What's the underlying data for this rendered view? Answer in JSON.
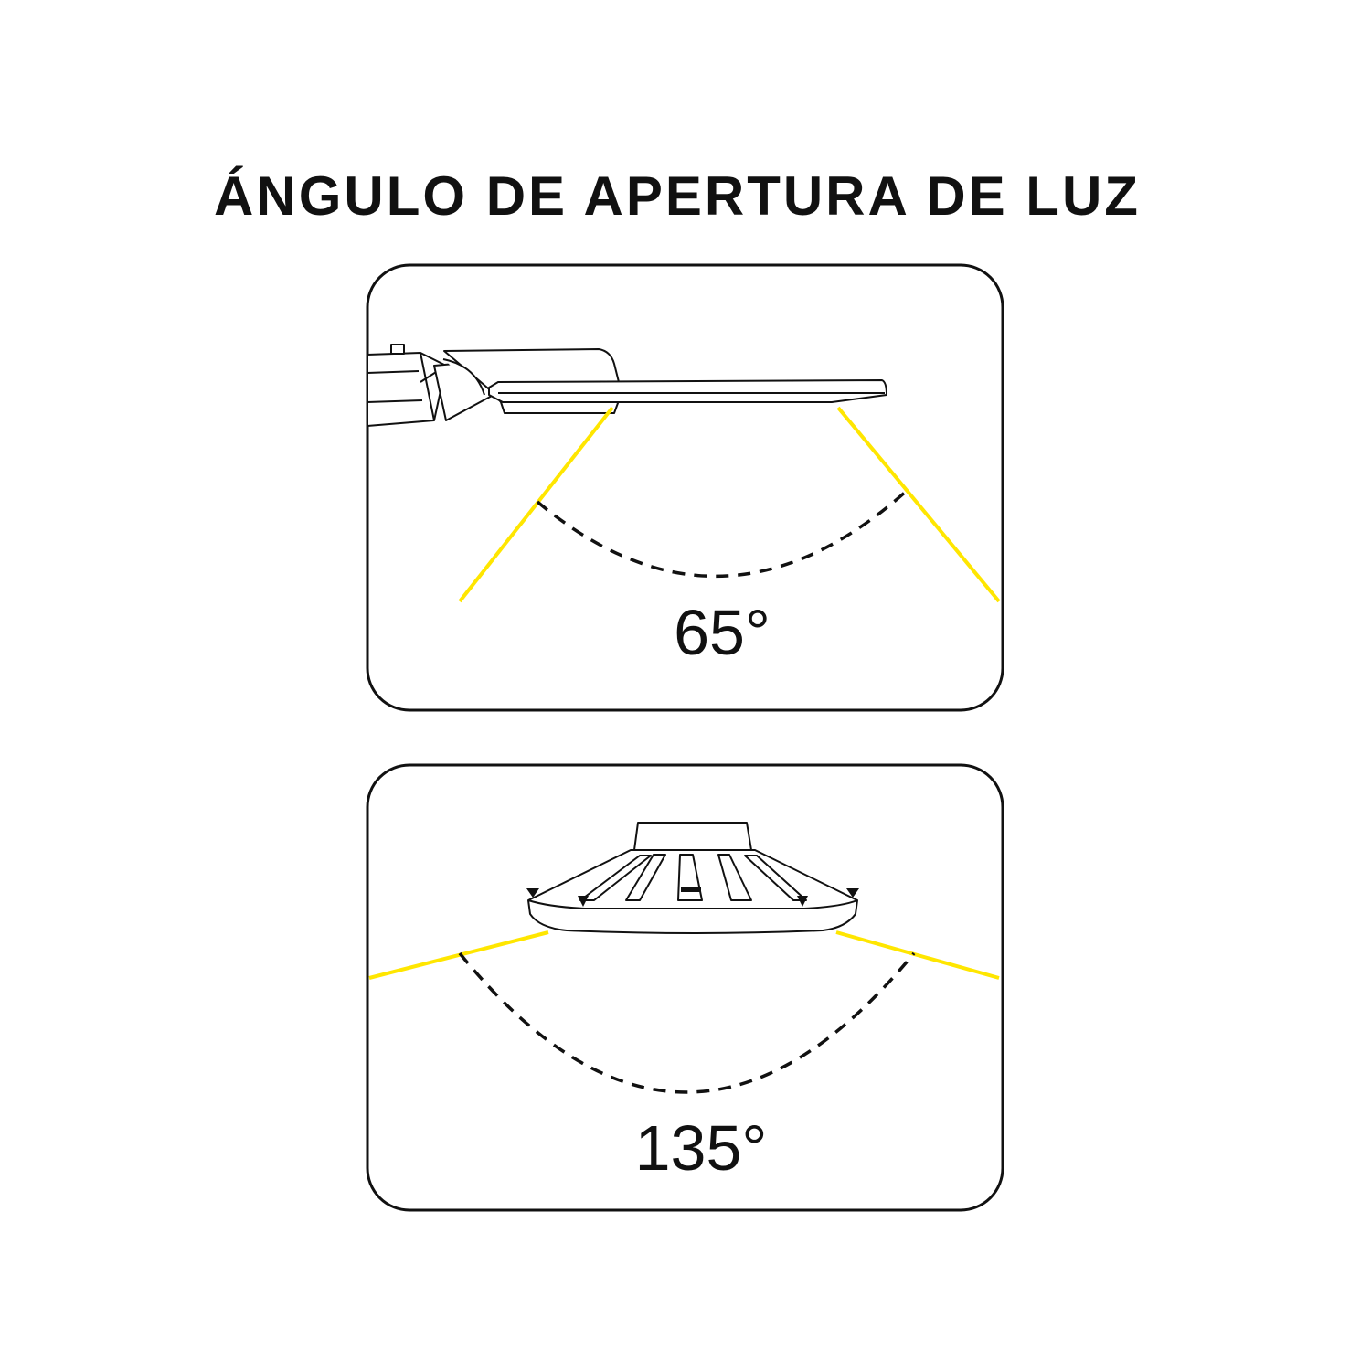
{
  "title": "ÁNGULO DE APERTURA DE LUZ",
  "colors": {
    "beam": "#FFE600",
    "outline": "#111111"
  },
  "panels": [
    {
      "view": "side-view-lamp-icon",
      "angle_label": "65°",
      "angle_degrees": 65
    },
    {
      "view": "front-view-lamp-icon",
      "angle_label": "135°",
      "angle_degrees": 135
    }
  ]
}
